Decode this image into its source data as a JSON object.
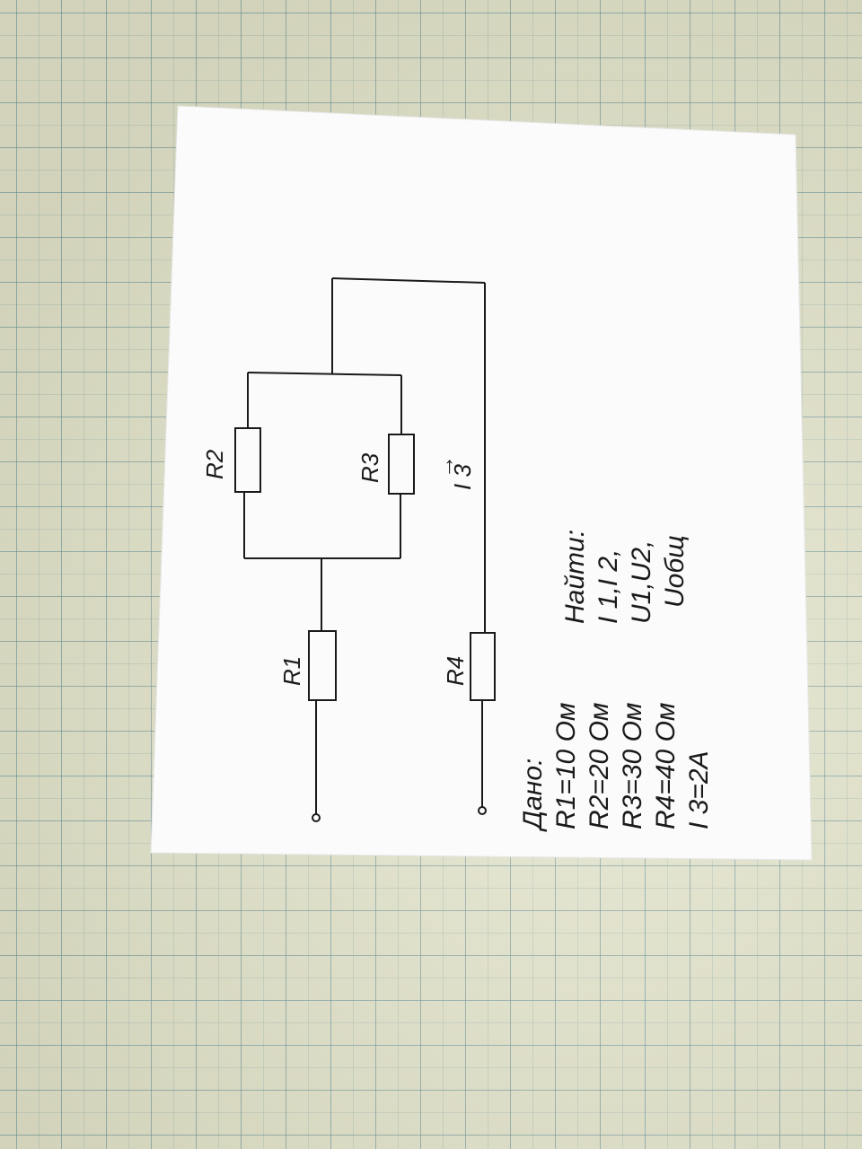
{
  "circuit": {
    "resistors": [
      {
        "id": "R1",
        "label": "R1"
      },
      {
        "id": "R2",
        "label": "R2"
      },
      {
        "id": "R3",
        "label": "R3"
      },
      {
        "id": "R4",
        "label": "R4"
      }
    ],
    "current_label": "I 3",
    "current_arrow": "→"
  },
  "given": {
    "title": "Дано:",
    "lines": [
      "R1=10 Ом",
      "R2=20 Ом",
      "R3=30 Ом",
      "R4=40 Ом",
      "I 3=2A"
    ]
  },
  "find": {
    "title": "Найти:",
    "lines": [
      "I 1,I 2,",
      "U1,U2,",
      "Uобщ"
    ]
  },
  "colors": {
    "ink": "#1a1a1a",
    "paper": "#fbfbfb",
    "grid_paper": "#e3e4cc"
  }
}
